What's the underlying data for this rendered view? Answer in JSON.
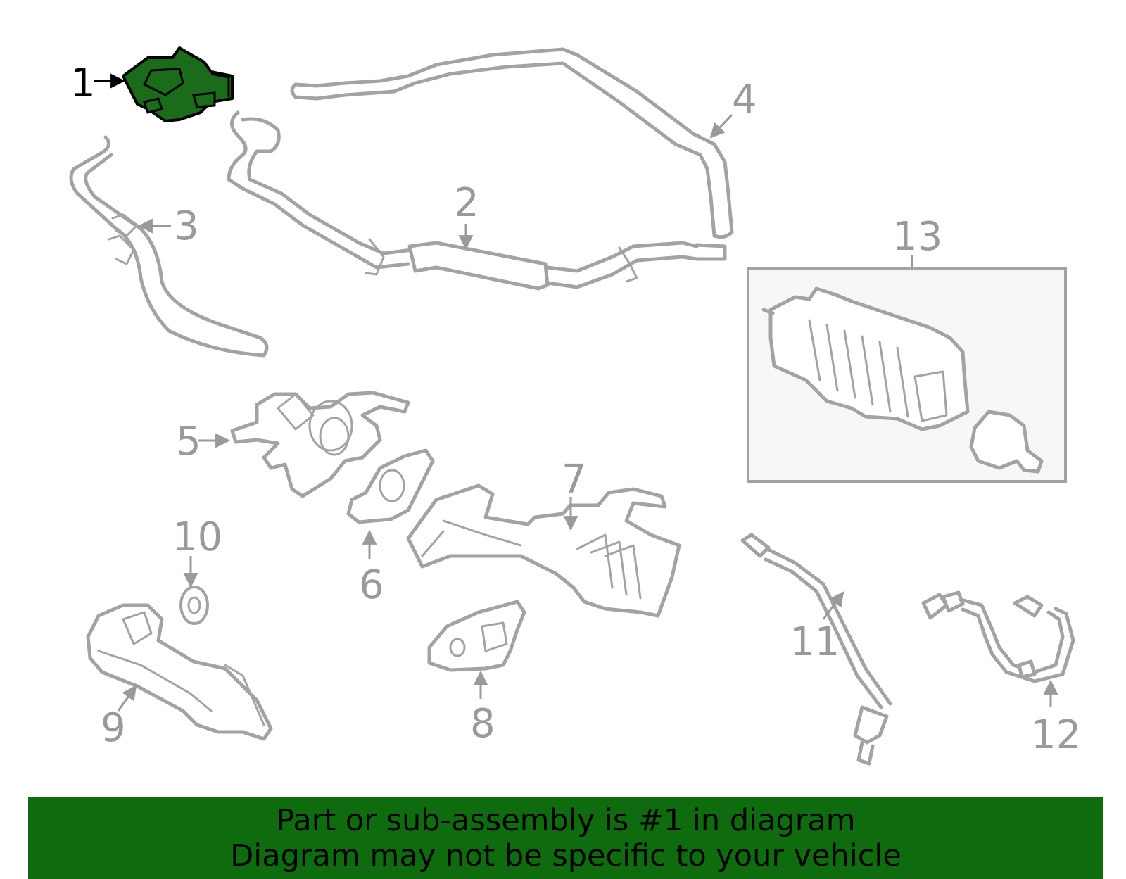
{
  "highlight_color": "#1a6b1a",
  "banner": {
    "color": "#0e6b0e",
    "line1": "Part or sub-assembly is #1 in diagram",
    "line2": "Diagram may not be specific to your vehicle"
  },
  "callouts": [
    {
      "id": "1",
      "label": "1",
      "selected": true
    },
    {
      "id": "2",
      "label": "2"
    },
    {
      "id": "3",
      "label": "3"
    },
    {
      "id": "4",
      "label": "4"
    },
    {
      "id": "5",
      "label": "5"
    },
    {
      "id": "6",
      "label": "6"
    },
    {
      "id": "7",
      "label": "7"
    },
    {
      "id": "8",
      "label": "8"
    },
    {
      "id": "9",
      "label": "9"
    },
    {
      "id": "10",
      "label": "10"
    },
    {
      "id": "11",
      "label": "11"
    },
    {
      "id": "12",
      "label": "12"
    },
    {
      "id": "13",
      "label": "13"
    }
  ]
}
